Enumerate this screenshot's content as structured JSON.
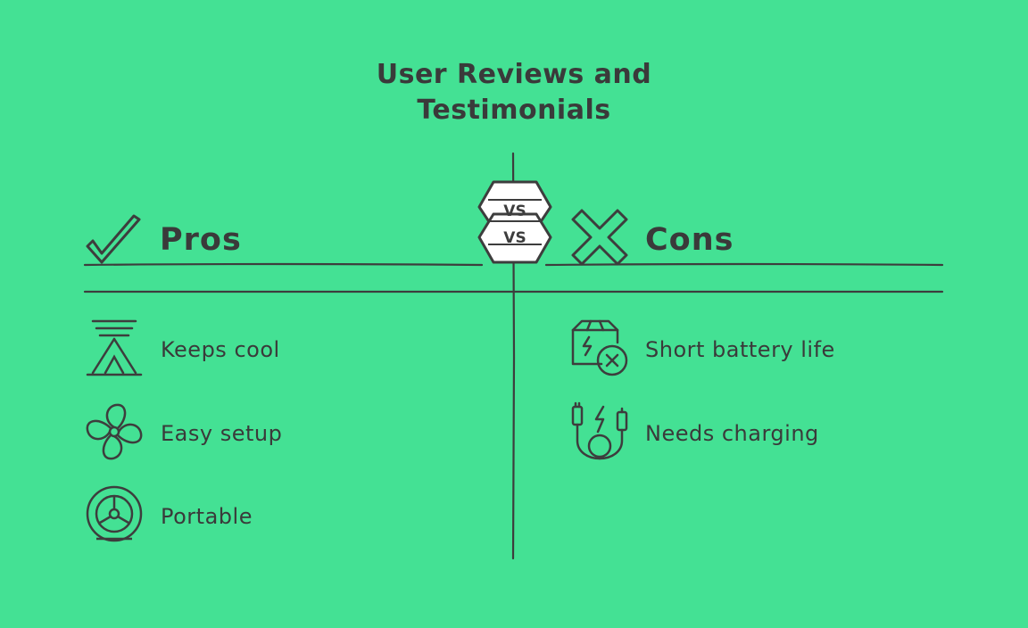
{
  "title": {
    "line1": "User Reviews and",
    "line2": "Testimonials"
  },
  "pros": {
    "heading": "Pros",
    "heading_icon": "checkmark-icon",
    "items": [
      {
        "label": "Keeps cool",
        "icon": "camping-tent-icon"
      },
      {
        "label": "Easy setup",
        "icon": "fan-icon"
      },
      {
        "label": "Portable",
        "icon": "portable-fan-icon"
      }
    ]
  },
  "cons": {
    "heading": "Cons",
    "heading_icon": "cross-icon",
    "items": [
      {
        "label": "Short battery life",
        "icon": "battery-box-error-icon"
      },
      {
        "label": "Needs charging",
        "icon": "charging-cable-icon"
      }
    ]
  },
  "center_badge": {
    "icon": "versus-icon",
    "text_top": "VS",
    "text_bottom": "VS"
  },
  "colors": {
    "background": "#44e194",
    "ink": "#3d3d3d",
    "badge_fill": "#ffffff"
  }
}
